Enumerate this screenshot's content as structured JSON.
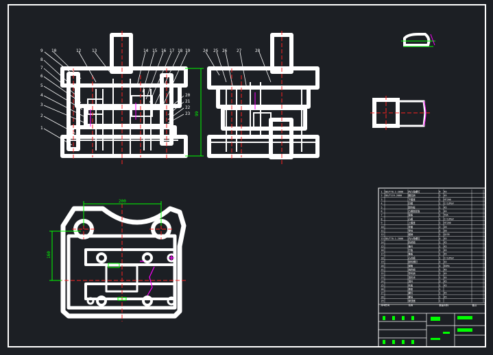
{
  "drawing": {
    "background": "#1c1f24",
    "frame_color": "#ffffff",
    "center_line_color": "#ff2020",
    "dimension_color": "#00ff00",
    "highlight_color": "#ff00ff",
    "callouts_front": [
      "9",
      "10",
      "12",
      "13",
      "14",
      "15",
      "16",
      "17",
      "18",
      "19",
      "8",
      "7",
      "6",
      "5",
      "4",
      "3",
      "2",
      "1",
      "20",
      "21",
      "22",
      "23"
    ],
    "callouts_side": [
      "24",
      "25",
      "26",
      "27",
      "28"
    ],
    "dim_front_height": "99",
    "dim_top_width": "200",
    "dim_top_height": "160"
  },
  "title_block": {
    "rows": [
      [
        "1",
        "GB/T70.1-2000",
        "内六角螺钉",
        "4",
        "45",
        ""
      ],
      [
        "2",
        "GB/T119-2000",
        "圆柱销",
        "2",
        "45",
        ""
      ],
      [
        "3",
        "",
        "下模座",
        "1",
        "HT200",
        ""
      ],
      [
        "4",
        "",
        "凹模",
        "1",
        "Cr12MoV",
        ""
      ],
      [
        "5",
        "",
        "卸料板",
        "1",
        "45",
        ""
      ],
      [
        "6",
        "",
        "凸模固定板",
        "1",
        "45",
        ""
      ],
      [
        "7",
        "",
        "垫板",
        "1",
        "T8A",
        ""
      ],
      [
        "8",
        "",
        "凸模",
        "1",
        "Cr12MoV",
        ""
      ],
      [
        "9",
        "",
        "上模座",
        "1",
        "HT200",
        ""
      ],
      [
        "10",
        "",
        "导套",
        "2",
        "20",
        ""
      ],
      [
        "11",
        "",
        "导柱",
        "2",
        "20",
        ""
      ],
      [
        "12",
        "",
        "模柄",
        "1",
        "Q235",
        ""
      ],
      [
        "13",
        "GB/T70.1-2000",
        "内六角螺钉",
        "4",
        "45",
        ""
      ],
      [
        "14",
        "",
        "防转销",
        "1",
        "45",
        ""
      ],
      [
        "15",
        "",
        "推杆",
        "1",
        "45",
        ""
      ],
      [
        "16",
        "",
        "打板",
        "1",
        "45",
        ""
      ],
      [
        "17",
        "",
        "推板",
        "1",
        "45",
        ""
      ],
      [
        "18",
        "",
        "凸凹模",
        "1",
        "Cr12MoV",
        ""
      ],
      [
        "19",
        "",
        "卸料螺钉",
        "4",
        "45",
        ""
      ],
      [
        "20",
        "",
        "弹簧",
        "4",
        "65Mn",
        ""
      ],
      [
        "21",
        "",
        "挡料销",
        "1",
        "45",
        ""
      ],
      [
        "22",
        "",
        "导料销",
        "2",
        "45",
        ""
      ],
      [
        "23",
        "",
        "顶件块",
        "1",
        "45",
        ""
      ],
      [
        "24",
        "",
        "顶杆",
        "3",
        "45",
        ""
      ],
      [
        "25",
        "",
        "托板",
        "1",
        "45",
        ""
      ],
      [
        "26",
        "",
        "橡胶",
        "1",
        "",
        ""
      ],
      [
        "27",
        "",
        "螺杆",
        "1",
        "45",
        ""
      ],
      [
        "28",
        "",
        "螺母",
        "1",
        "45",
        ""
      ],
      [
        "29",
        "",
        "弹顶器",
        "1",
        "",
        ""
      ]
    ],
    "footer_labels": [
      "序号",
      "代号",
      "名称",
      "数量",
      "材料",
      "备注"
    ]
  }
}
